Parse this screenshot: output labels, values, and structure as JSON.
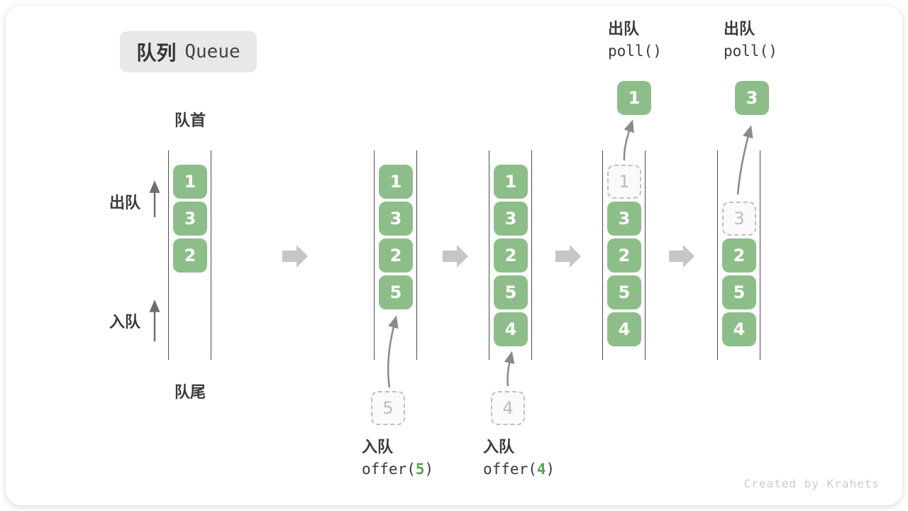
{
  "title": {
    "zh": "队列",
    "en": "Queue"
  },
  "side_labels": {
    "front": "队首",
    "rear": "队尾",
    "dequeue": "出队",
    "enqueue": "入队"
  },
  "queues": [
    {
      "blocks": [
        {
          "v": "1"
        },
        {
          "v": "3"
        },
        {
          "v": "2"
        }
      ]
    },
    {
      "blocks": [
        {
          "v": "1"
        },
        {
          "v": "3"
        },
        {
          "v": "2"
        },
        {
          "v": "5"
        }
      ],
      "incoming": "5"
    },
    {
      "blocks": [
        {
          "v": "1"
        },
        {
          "v": "3"
        },
        {
          "v": "2"
        },
        {
          "v": "5"
        },
        {
          "v": "4"
        }
      ],
      "incoming": "4"
    },
    {
      "ghost": "1",
      "blocks": [
        {
          "v": "3"
        },
        {
          "v": "2"
        },
        {
          "v": "5"
        },
        {
          "v": "4"
        }
      ],
      "polled": "1"
    },
    {
      "ghost": "3",
      "blocks": [
        {
          "v": "2"
        },
        {
          "v": "5"
        },
        {
          "v": "4"
        }
      ],
      "polled": "3"
    }
  ],
  "operations": {
    "enqueue_1": {
      "label": "入队",
      "fn": "offer(",
      "arg": "5",
      "end": ")"
    },
    "enqueue_2": {
      "label": "入队",
      "fn": "offer(",
      "arg": "4",
      "end": ")"
    },
    "dequeue_1": {
      "label": "出队",
      "fn": "poll()"
    },
    "dequeue_2": {
      "label": "出队",
      "fn": "poll()"
    }
  },
  "watermark": "Created by Krahets",
  "icons": {
    "state_transition": "right-block-arrow",
    "direction": "up-arrow",
    "transfer": "curved-up-arrow"
  },
  "colors": {
    "block_green": "#8dbe89",
    "code_green": "#55a455",
    "arrow_gray": "#c6c6c6",
    "curve_gray": "#8a8a8a",
    "line_dark": "#4a4a4a",
    "text_dark": "#3a3a3a",
    "ghost_border": "#c0c0c0",
    "ghost_text": "#bcbcbc",
    "title_bg": "#e8e8e8",
    "watermark_gray": "#cccccc"
  }
}
